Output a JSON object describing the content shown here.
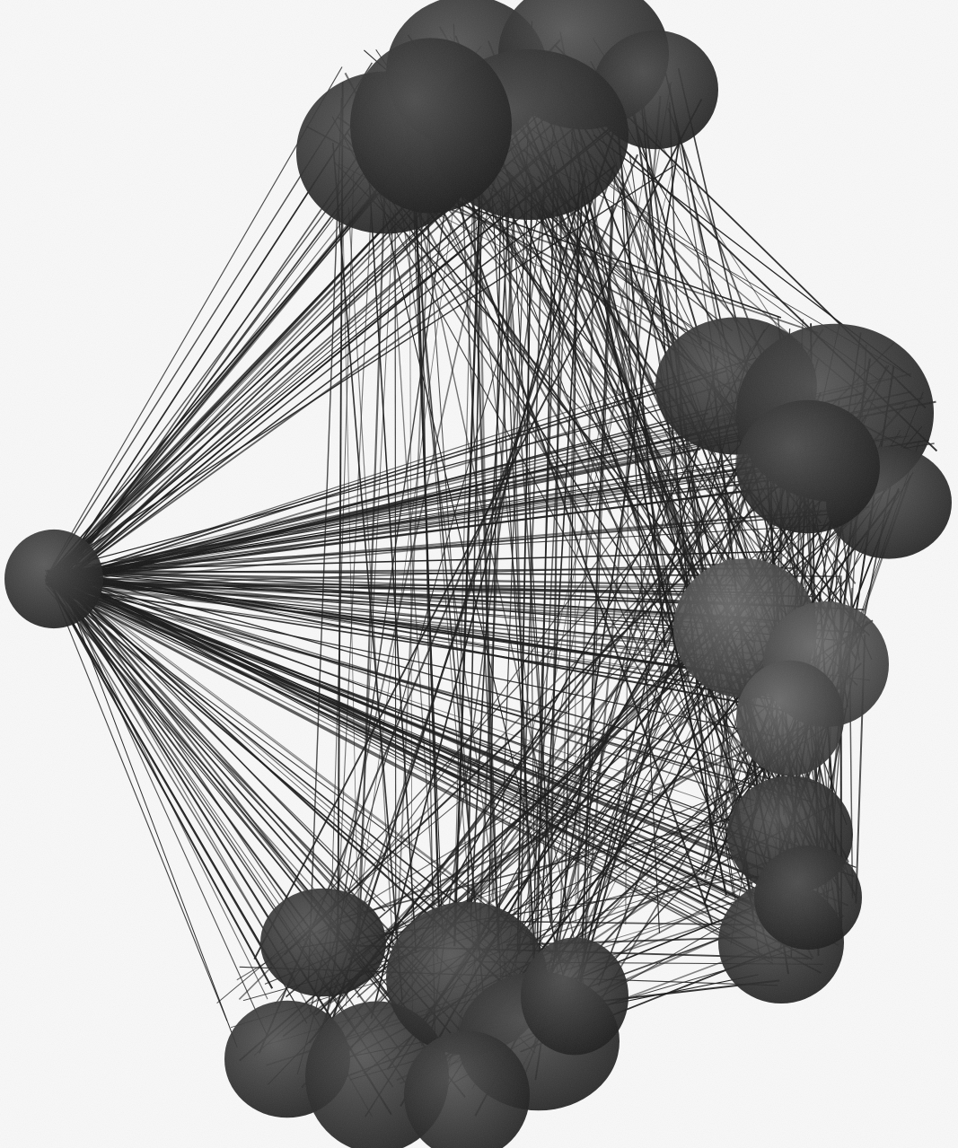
{
  "figure": {
    "kind": "3d-network-render",
    "background_color": "#fbfbfb",
    "edge_color": "#111111",
    "node_color_dark": "#1a1a1a",
    "node_color_mid": "#4a4a4a",
    "clusters": [
      {
        "id": "top-cluster",
        "shade": "dark"
      },
      {
        "id": "left-hub",
        "shade": "dark"
      },
      {
        "id": "right-upper-cluster",
        "shade": "dark"
      },
      {
        "id": "right-middle-cluster",
        "shade": "mid"
      },
      {
        "id": "right-lower-cluster",
        "shade": "dark"
      },
      {
        "id": "bottom-cluster",
        "shade": "dark"
      }
    ]
  }
}
